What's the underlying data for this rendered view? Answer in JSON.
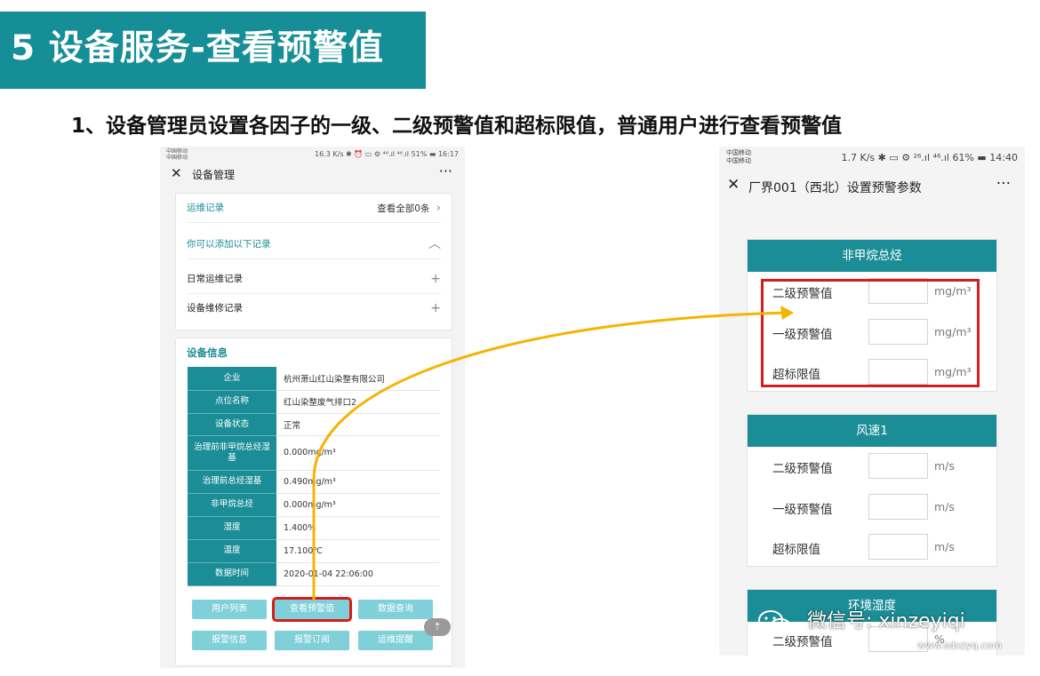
{
  "slide": {
    "title": "5 设备服务-查看预警值",
    "subtitle": "1、设备管理员设置各因子的一级、二级预警值和超标限值，普通用户进行查看预警值"
  },
  "colors": {
    "teal": "#1b8d96",
    "highlight_red": "#d41d1d",
    "arrow": "#f5b400"
  },
  "left_phone": {
    "status_bar": {
      "carrier": "中国移动\n中国移动",
      "right": "16.3 K/s ✱ ⏰ ▭ ⚙ ⁴⁶.ıl ⁴⁶.ıl 51% ▬ 16:17"
    },
    "nav": {
      "close": "✕",
      "title": "设备管理",
      "more": "···"
    },
    "records": {
      "header_label": "运维记录",
      "view_all": "查看全部0条",
      "view_all_icon": "chevron-right",
      "add_hint": "你可以添加以下记录",
      "add_hint_icon": "chevron-up",
      "items": [
        {
          "label": "日常运维记录",
          "icon": "plus"
        },
        {
          "label": "设备维修记录",
          "icon": "plus"
        }
      ]
    },
    "device_info": {
      "title": "设备信息",
      "rows": [
        {
          "k": "企业",
          "v": "杭州萧山红山染整有限公司"
        },
        {
          "k": "点位名称",
          "v": "红山染整废气排口2"
        },
        {
          "k": "设备状态",
          "v": "正常"
        },
        {
          "k": "治理前非甲烷总烃湿基",
          "v": "0.000mg/m³"
        },
        {
          "k": "治理前总烃湿基",
          "v": "0.490mg/m³"
        },
        {
          "k": "非甲烷总烃",
          "v": "0.000mg/m³"
        },
        {
          "k": "湿度",
          "v": "1.400%"
        },
        {
          "k": "温度",
          "v": "17.100℃"
        },
        {
          "k": "数据时间",
          "v": "2020-01-04 22:06:00"
        }
      ],
      "buttons": [
        "用户列表",
        "查看预警值",
        "数据查询",
        "报警信息",
        "报警订阅",
        "运维提醒"
      ]
    }
  },
  "right_phone": {
    "status_bar": {
      "carrier": "中国移动\n中国移动",
      "right": "1.7 K/s ✱ ▭ ⚙ ²⁶.ıl ⁴⁶.ıl 61% ▬ 14:40"
    },
    "nav": {
      "close": "✕",
      "title": "厂界001（西北）设置预警参数",
      "more": "···"
    },
    "params": [
      {
        "name": "非甲烷总烃",
        "rows": [
          {
            "label": "二级预警值",
            "value": "",
            "unit": "mg/m³"
          },
          {
            "label": "一级预警值",
            "value": "",
            "unit": "mg/m³"
          },
          {
            "label": "超标限值",
            "value": "",
            "unit": "mg/m³"
          }
        ]
      },
      {
        "name": "风速1",
        "rows": [
          {
            "label": "二级预警值",
            "value": "",
            "unit": "m/s"
          },
          {
            "label": "一级预警值",
            "value": "",
            "unit": "m/s"
          },
          {
            "label": "超标限值",
            "value": "",
            "unit": "m/s"
          }
        ]
      },
      {
        "name": "环境湿度",
        "rows": [
          {
            "label": "二级预警值",
            "value": "",
            "unit": "%"
          }
        ]
      }
    ]
  },
  "watermark": {
    "text": "微信号: xinzeyiqi",
    "site": "www.sdxzyq.com"
  }
}
